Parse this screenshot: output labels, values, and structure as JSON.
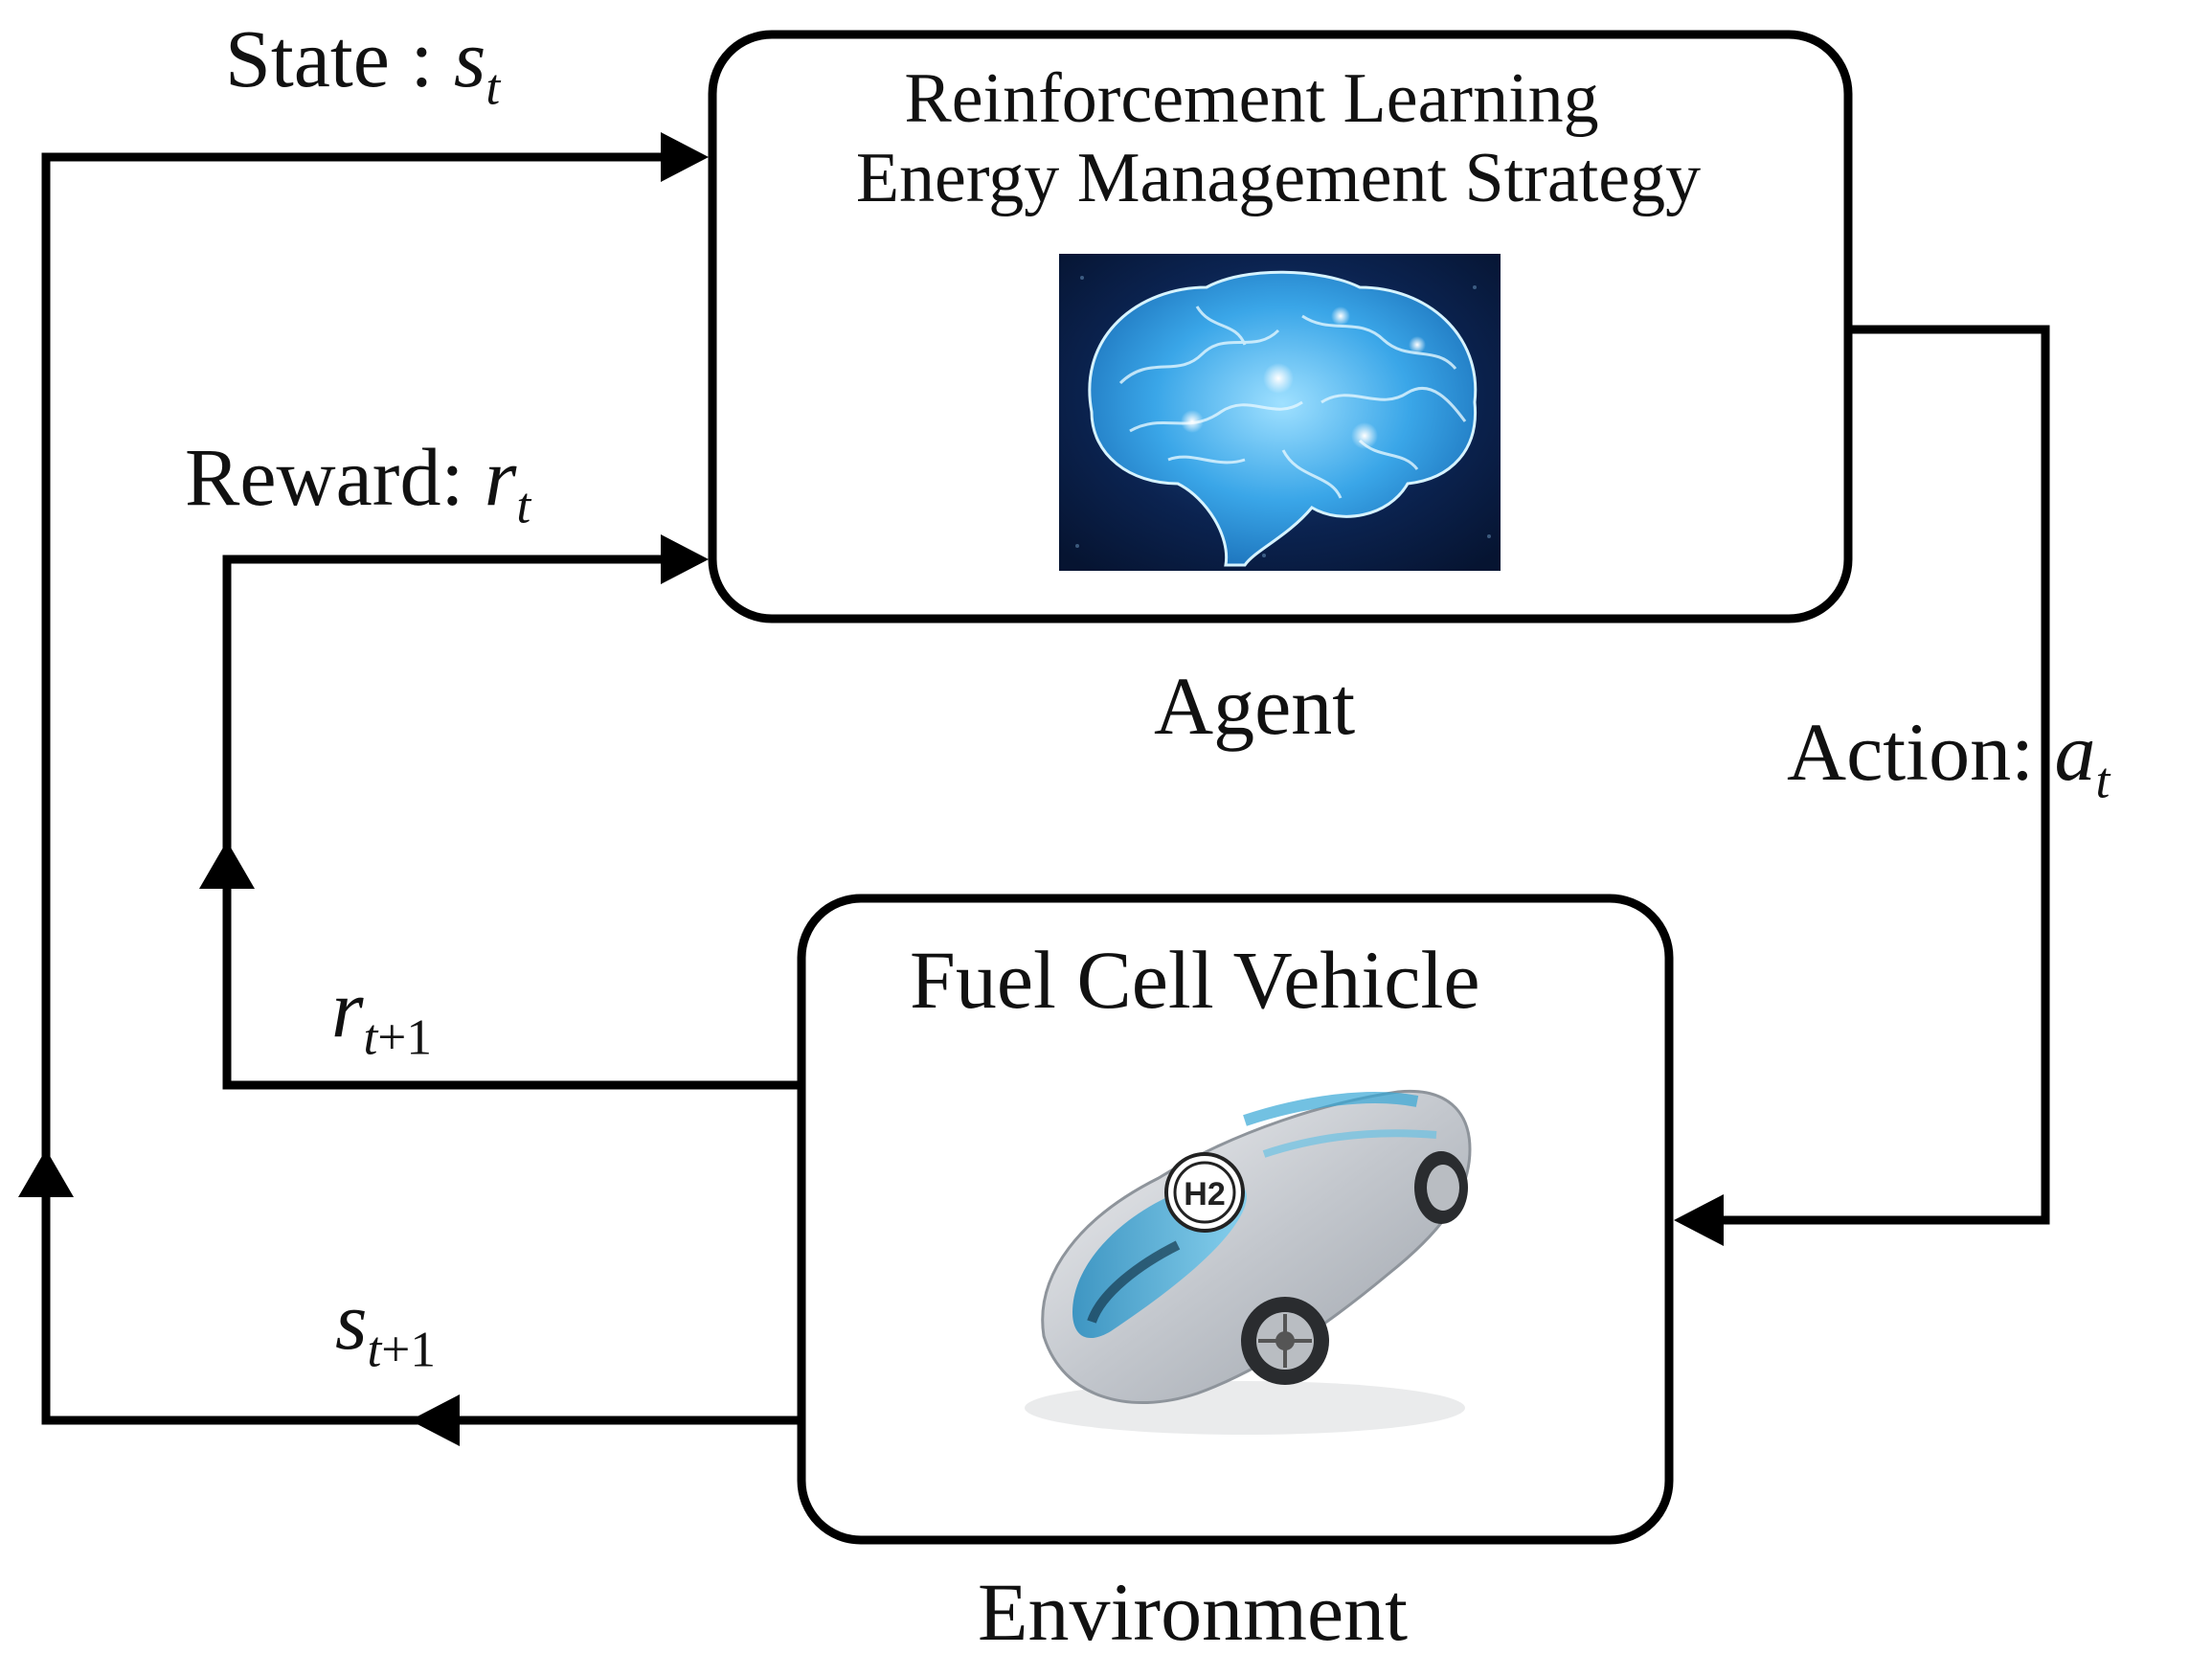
{
  "agent_box": {
    "title_line1": "Reinforcement Learning",
    "title_line2": "Energy Management Strategy",
    "caption": "Agent",
    "image": "brain-illustration"
  },
  "environment_box": {
    "title": "Fuel Cell Vehicle",
    "caption": "Environment",
    "image": "fuel-cell-car-illustration",
    "car_badge_text": "H2"
  },
  "labels": {
    "state_prefix": "State : ",
    "state_var": "s",
    "state_sub": "t",
    "reward_prefix": "Reward: ",
    "reward_var": "r",
    "reward_sub": "t",
    "action_prefix": "Action: ",
    "action_var": "a",
    "action_sub": "t",
    "next_reward_var": "r",
    "next_reward_sub_t": "t",
    "next_reward_sub_rest": "+1",
    "next_state_var": "s",
    "next_state_sub_t": "t",
    "next_state_sub_rest": "+1"
  },
  "colors": {
    "line": "#000000",
    "brain_bg": "#0a1a3a",
    "brain_glow": "#4fb8ff",
    "car_body": "#c9ccd1",
    "car_accent": "#36a6d6"
  }
}
